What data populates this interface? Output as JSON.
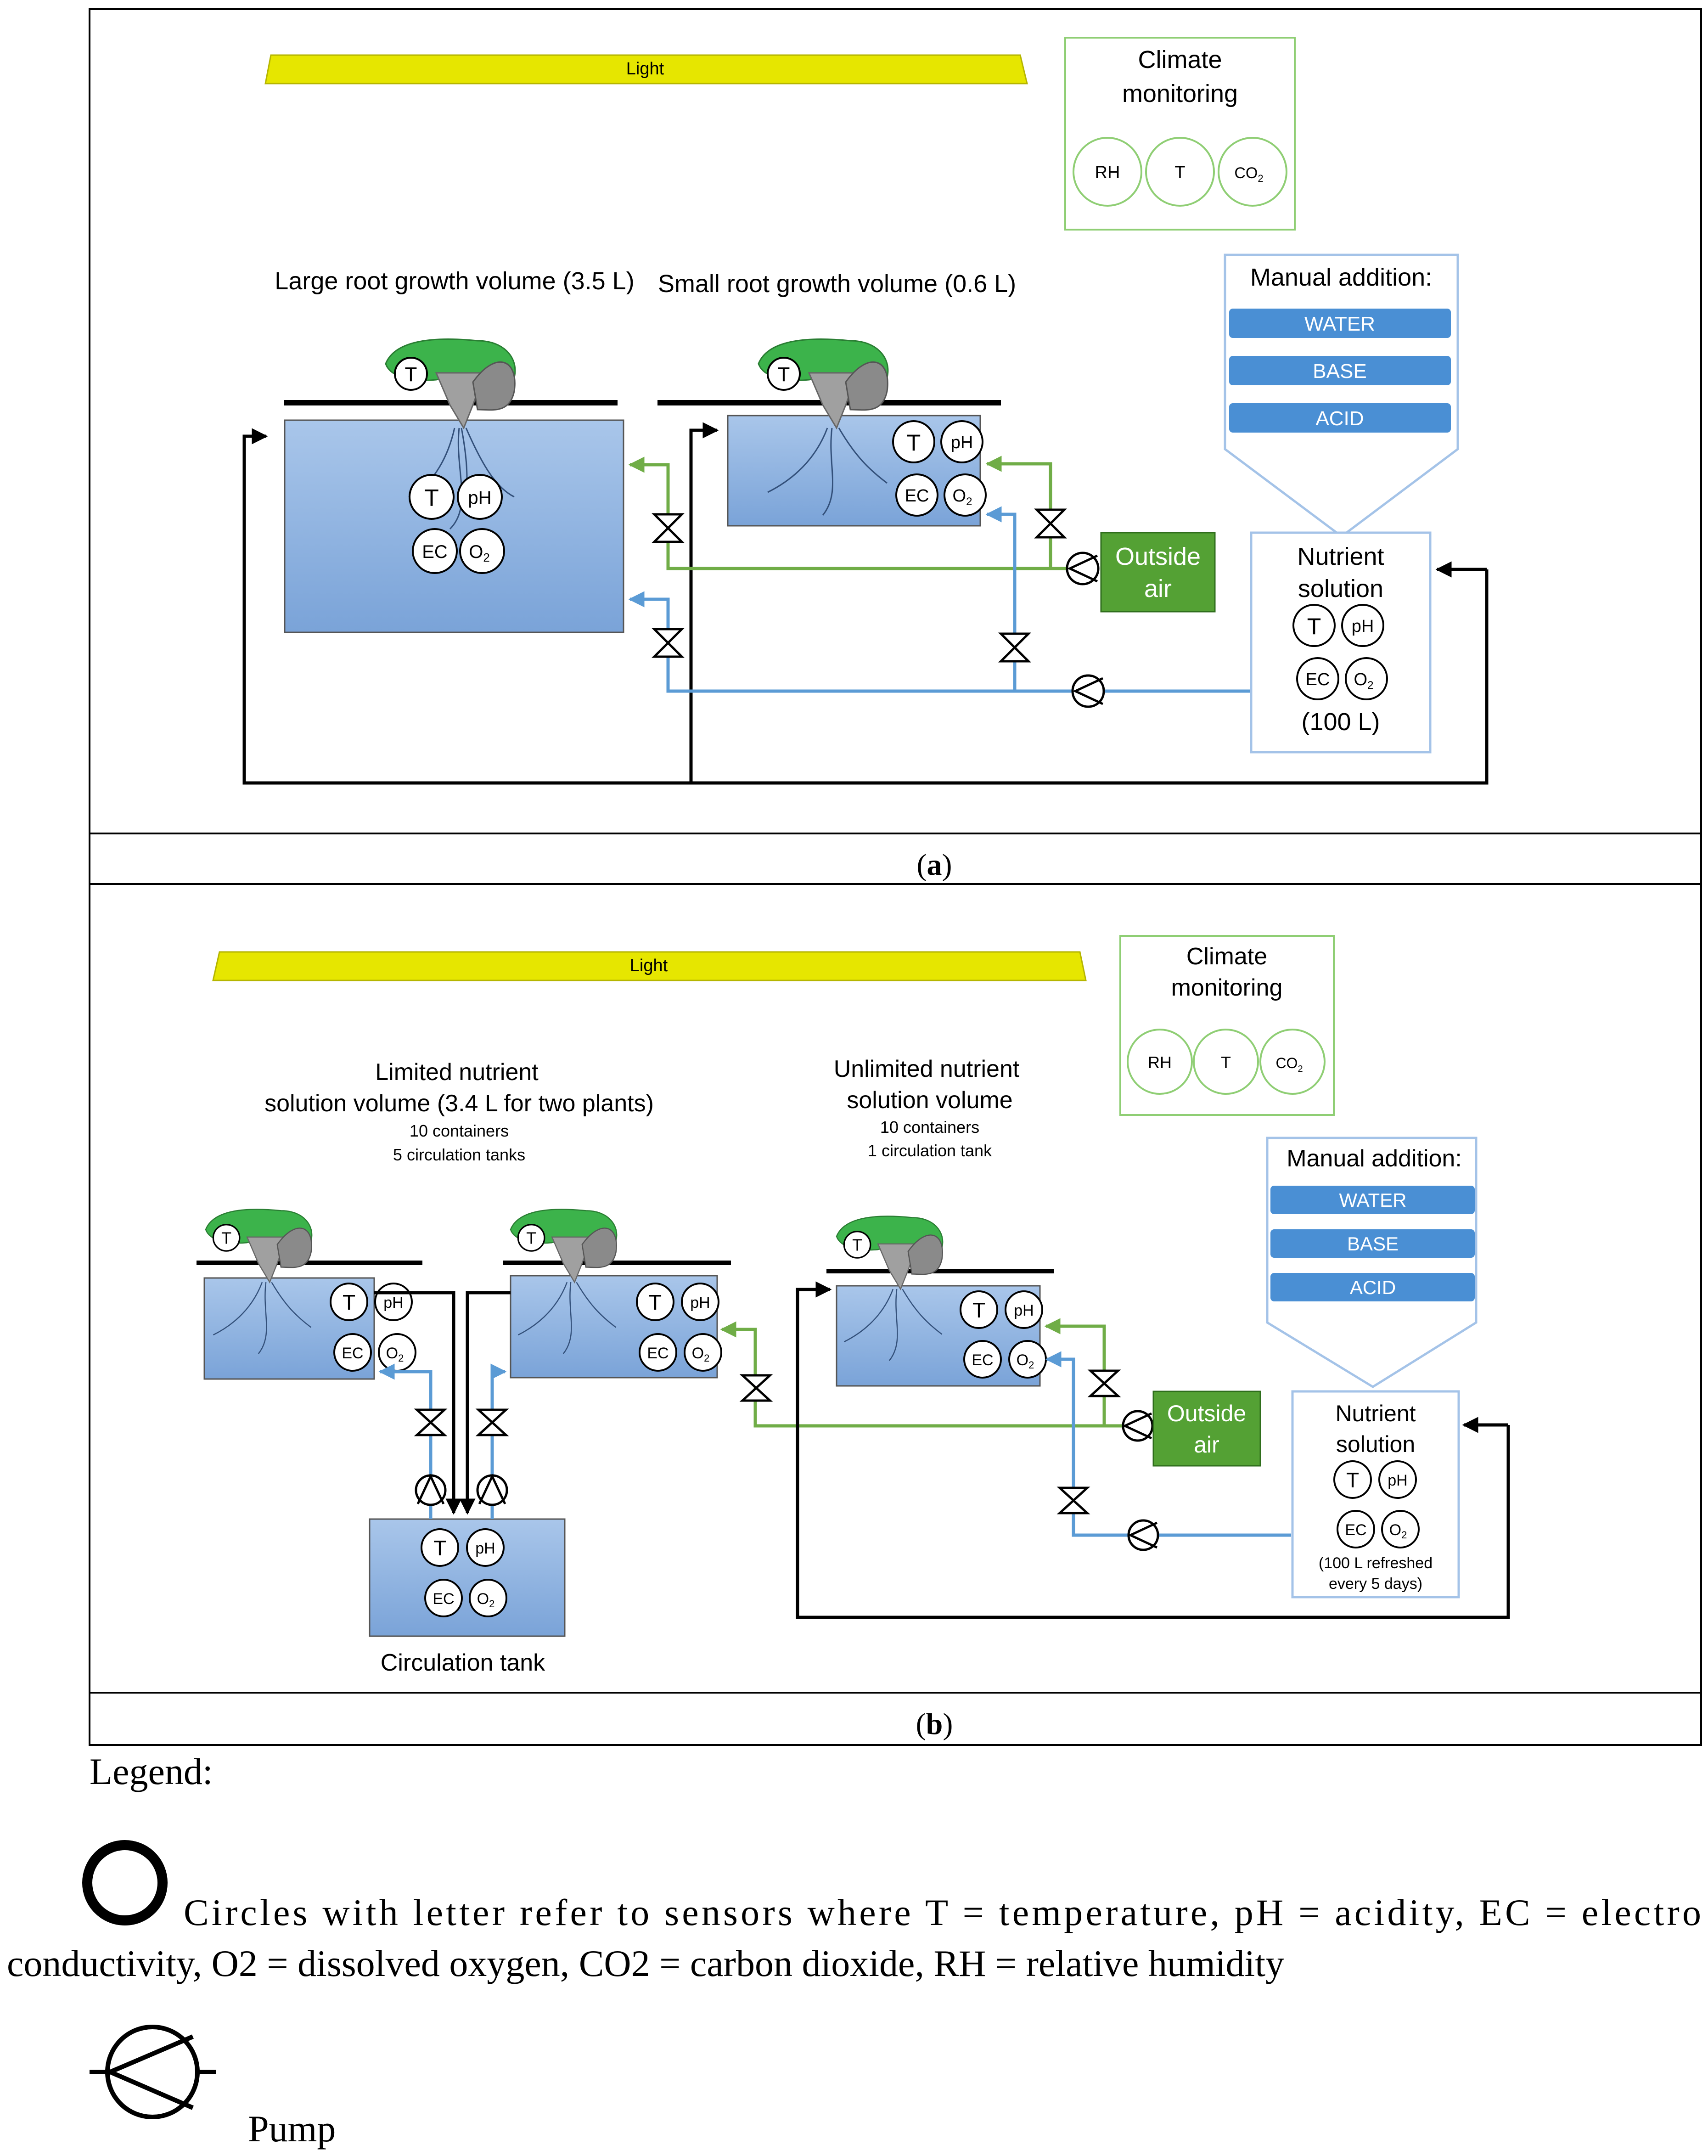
{
  "panel_a": {
    "caption_open": "(",
    "caption_letter": "a",
    "caption_close": ")",
    "light": "Light",
    "climate": {
      "title_line1": "Climate",
      "title_line2": "monitoring",
      "sensors": [
        "RH",
        "T",
        "CO2"
      ]
    },
    "large_label": "Large root growth volume (3.5 L)",
    "small_label": "Small root growth volume (0.6 L)",
    "manual": {
      "title": "Manual addition:",
      "items": [
        "WATER",
        "BASE",
        "ACID"
      ]
    },
    "outside_air": {
      "line1": "Outside",
      "line2": "air"
    },
    "nutrient": {
      "line1": "Nutrient",
      "line2": "solution",
      "volume": "(100 L)"
    },
    "sensors": [
      "T",
      "pH",
      "EC",
      "O2"
    ],
    "plant_sensor": "T"
  },
  "panel_b": {
    "caption_open": "(",
    "caption_letter": "b",
    "caption_close": ")",
    "light": "Light",
    "climate": {
      "title_line1": "Climate",
      "title_line2": "monitoring",
      "sensors": [
        "RH",
        "T",
        "CO2"
      ]
    },
    "limited": {
      "line1": "Limited nutrient",
      "line2": "solution volume (3.4 L for two plants)",
      "line3": "10 containers",
      "line4": "5 circulation tanks"
    },
    "unlimited": {
      "line1": "Unlimited nutrient",
      "line2": "solution volume",
      "line3": "10 containers",
      "line4": "1 circulation tank"
    },
    "manual": {
      "title": "Manual addition:",
      "items": [
        "WATER",
        "BASE",
        "ACID"
      ]
    },
    "outside_air": {
      "line1": "Outside",
      "line2": "air"
    },
    "nutrient": {
      "line1": "Nutrient",
      "line2": "solution",
      "volume_line1": "(100 L refreshed",
      "volume_line2": "every 5 days)"
    },
    "circulation_tank": "Circulation tank",
    "sensors": [
      "T",
      "pH",
      "EC",
      "O2"
    ],
    "plant_sensor": "T"
  },
  "legend": {
    "title": "Legend:",
    "sensor_text_line1": "Circles with letter refer to sensors where T = temperature, pH = acidity, EC = electro",
    "sensor_text_line2": "conductivity, O2 = dissolved oxygen, CO2 = carbon dioxide, RH = relative humidity",
    "pump": "Pump"
  },
  "colors": {
    "green": "#70ad47",
    "blue": "#5b9bd5",
    "light_yellow": "#e6e600",
    "manual_blue": "#4a8fd4",
    "tank_top": "#a4c3e8",
    "tank_bottom": "#7ea6d9",
    "outside_air": "#54a134"
  }
}
